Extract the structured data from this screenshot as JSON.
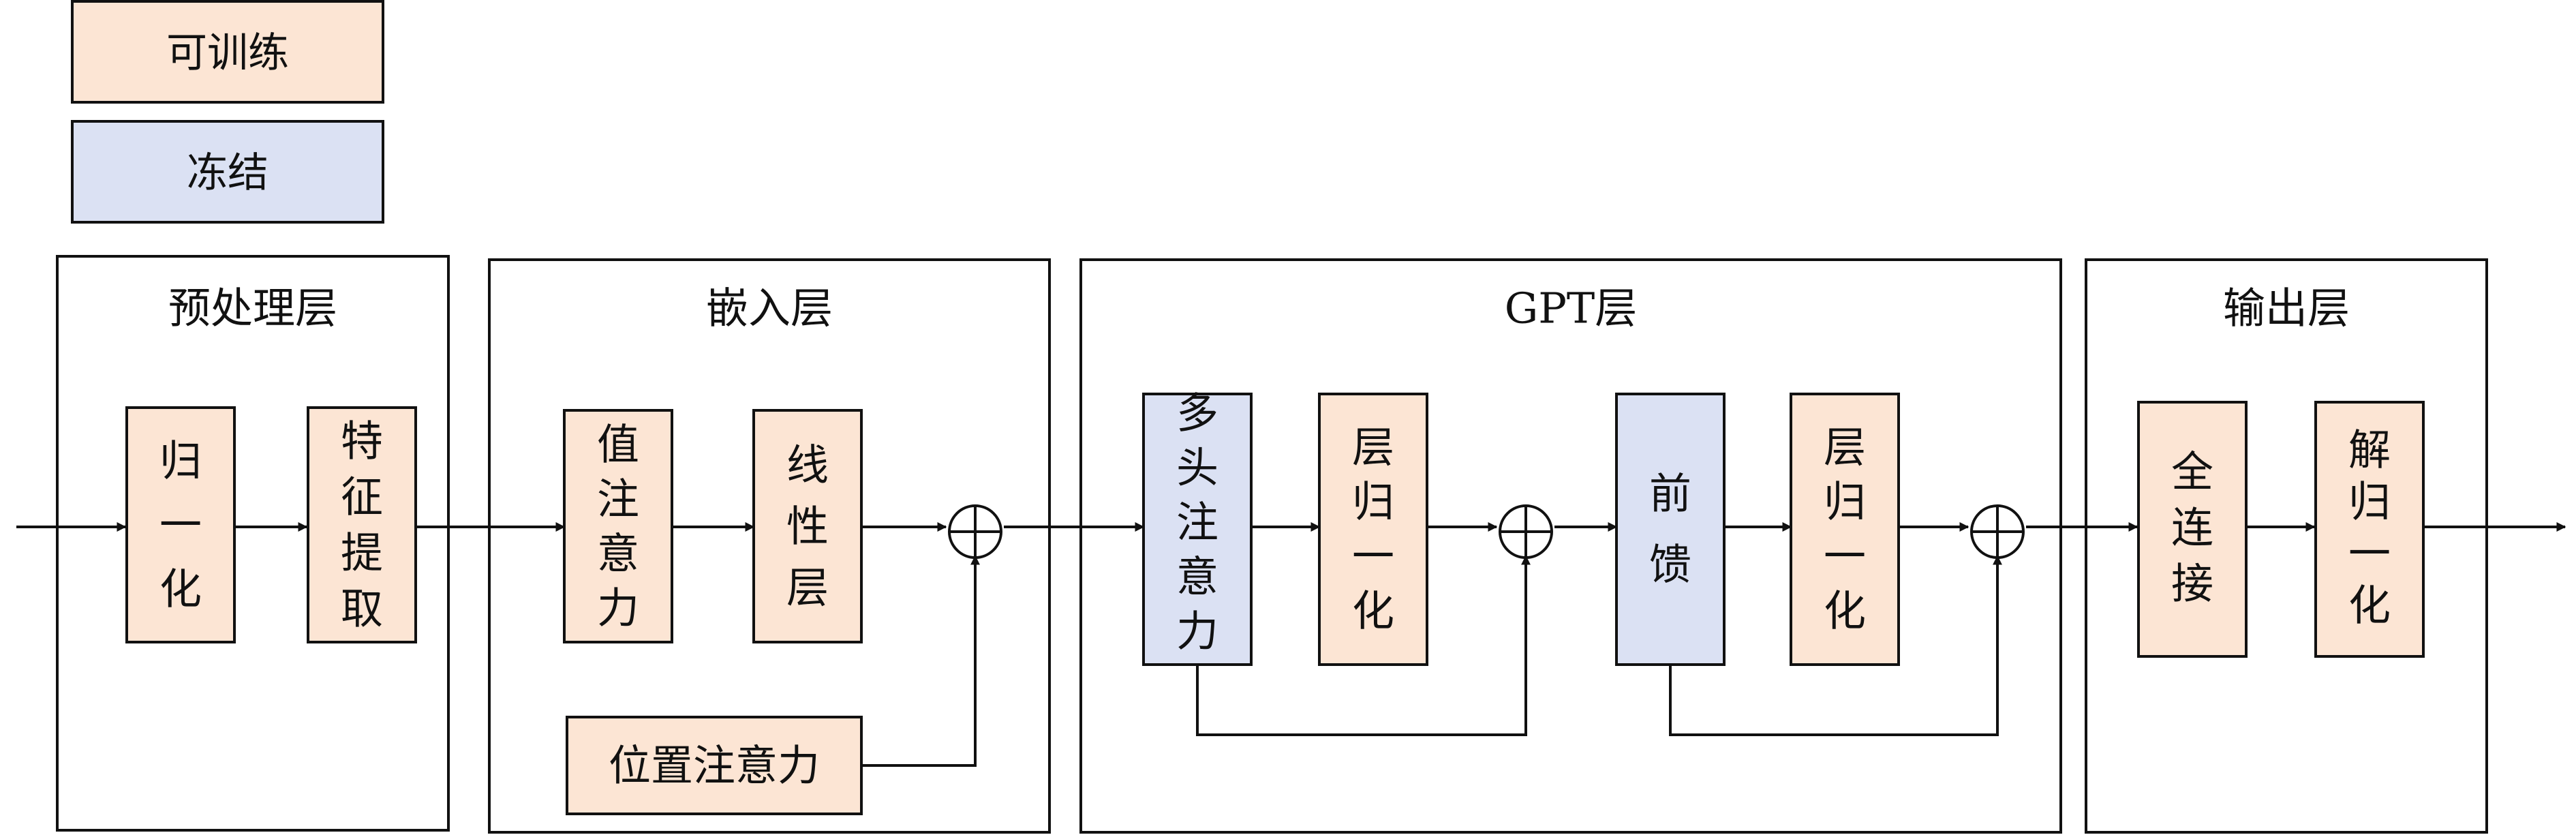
{
  "colors": {
    "trainable": "#fce5d4",
    "frozen": "#dbe1f3",
    "stroke": "#111111"
  },
  "legend": {
    "trainable": "可训练",
    "frozen": "冻结"
  },
  "sections": {
    "preprocess": "预处理层",
    "embedding": "嵌入层",
    "gpt": "GPT层",
    "output": "输出层"
  },
  "blocks": {
    "normalize": {
      "label": "归一化",
      "state": "trainable"
    },
    "feature_extract": {
      "label": "特征提取",
      "state": "trainable"
    },
    "value_attention": {
      "label": "值注意力",
      "state": "trainable"
    },
    "linear_layer": {
      "label": "线性层",
      "state": "trainable"
    },
    "position_attention": {
      "label": "位置注意力",
      "state": "trainable"
    },
    "multihead_attention": {
      "label": "多头注意力",
      "state": "frozen"
    },
    "layer_norm_1": {
      "label": "层归一化",
      "state": "trainable"
    },
    "feed_forward": {
      "label": "前馈",
      "state": "frozen"
    },
    "layer_norm_2": {
      "label": "层归一化",
      "state": "trainable"
    },
    "fully_connected": {
      "label": "全连接",
      "state": "trainable"
    },
    "denormalize": {
      "label": "解归一化",
      "state": "trainable"
    }
  }
}
